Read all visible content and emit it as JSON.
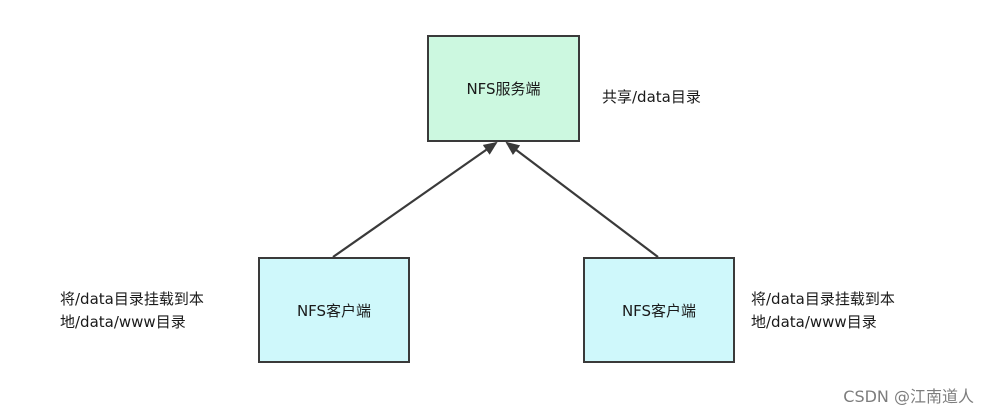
{
  "server": {
    "label": "NFS服务端",
    "note": "共享/data目录"
  },
  "clients": [
    {
      "label": "NFS客户端",
      "note_line1": "将/data目录挂载到本",
      "note_line2": "地/data/www目录"
    },
    {
      "label": "NFS客户端",
      "note_line1": "将/data目录挂载到本",
      "note_line2": "地/data/www目录"
    }
  ],
  "watermark": "CSDN @江南道人"
}
